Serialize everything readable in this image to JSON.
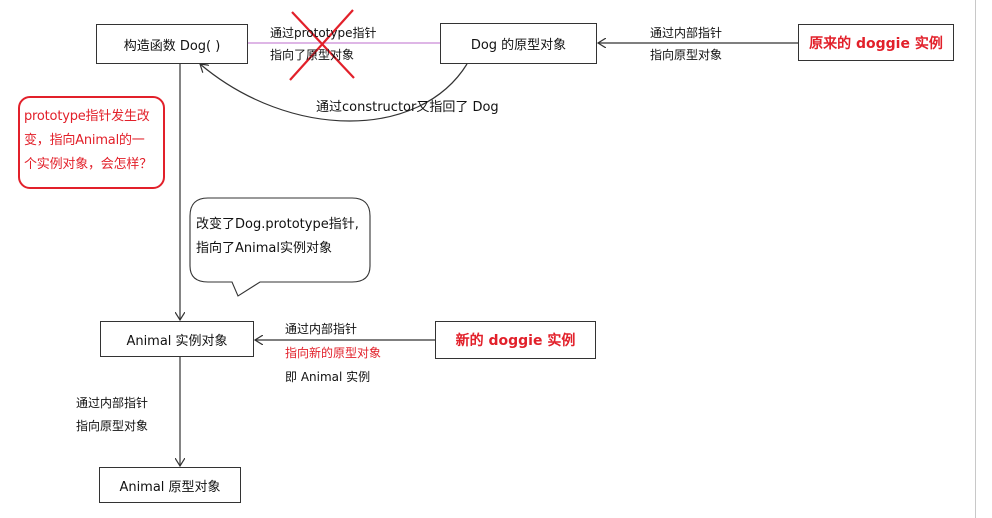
{
  "nodes": {
    "constructor": "构造函数 Dog( )",
    "dog_prototype": "Dog 的原型对象",
    "original_instance": "原来的 doggie 实例",
    "animal_instance": "Animal 实例对象",
    "new_instance": "新的 doggie 实例",
    "animal_prototype": "Animal 原型对象"
  },
  "labels": {
    "prototype_line1": "通过prototype指针",
    "prototype_line2": "指向了原型对象",
    "internal_line1_top": "通过内部指针",
    "internal_line2_top": "指向原型对象",
    "constructor_back": "通过constructor又指回了 Dog",
    "internal_line1_mid": "通过内部指针",
    "new_prototype_line2": "指向新的原型对象",
    "animal_instance_line3": "即 Animal 实例",
    "internal_line1_bottom": "通过内部指针",
    "internal_line2_bottom": "指向原型对象"
  },
  "question": {
    "line1": "prototype指针发生改",
    "line2": "变，指向Animal的一",
    "line3": "个实例对象，会怎样？"
  },
  "bubble": {
    "line1": "改变了Dog.prototype指针,",
    "line2": "指向了Animal实例对象"
  },
  "colors": {
    "accent_red": "#e2202a",
    "prototype_link": "#c98ad6",
    "line": "#333333"
  }
}
